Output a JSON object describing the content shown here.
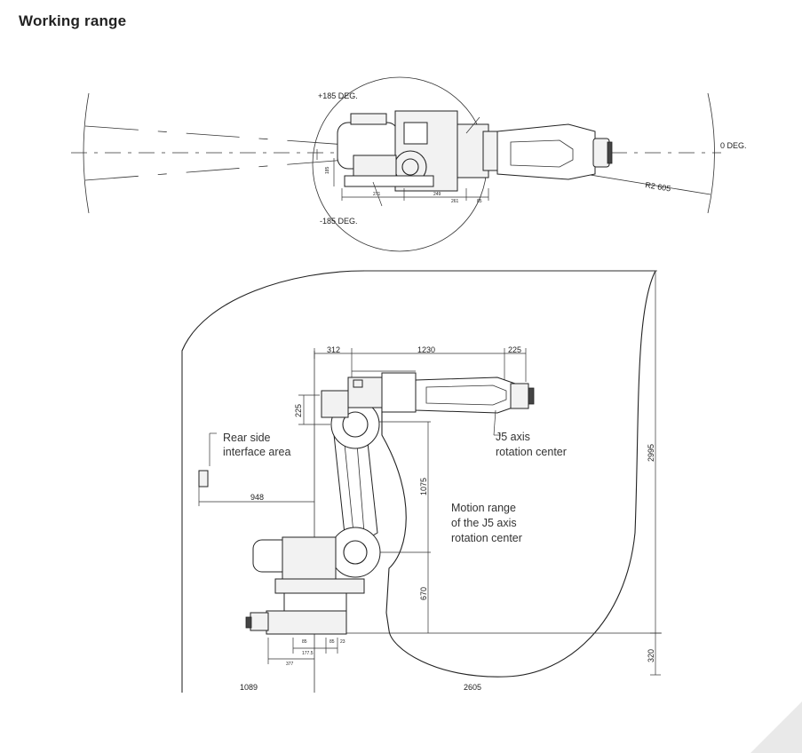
{
  "title": "Working range",
  "top_view": {
    "angle_pos": "+185 DEG.",
    "angle_neg": "-185 DEG.",
    "angle_zero": "0 DEG.",
    "radius": "R2 605",
    "dims": [
      "271",
      "249",
      "261",
      "85",
      "185"
    ]
  },
  "side_view": {
    "dim_312": "312",
    "dim_1230": "1230",
    "dim_225_top": "225",
    "dim_225_left": "225",
    "dim_948": "948",
    "dim_1075": "1075",
    "dim_670": "670",
    "dim_2995": "2995",
    "dim_320": "320",
    "dim_1089": "1089",
    "dim_2605": "2605",
    "small_dims": [
      "377",
      "177.5",
      "85",
      "85",
      "23"
    ]
  },
  "annotations": {
    "rear_line1": "Rear side",
    "rear_line2": "interface area",
    "j5_line1": "J5 axis",
    "j5_line2": "rotation center",
    "motion_line1": "Motion range",
    "motion_line2": "of the J5 axis",
    "motion_line3": "rotation center"
  }
}
